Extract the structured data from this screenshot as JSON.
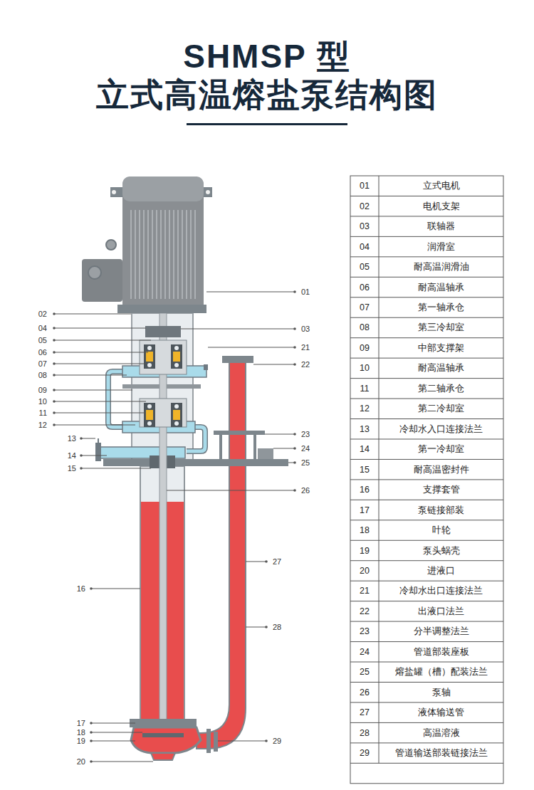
{
  "diagram": {
    "title": "SHMSP 型 立式高温熔盐泵结构图",
    "labels": [
      "01",
      "02",
      "04",
      "03",
      "05",
      "06",
      "21",
      "07",
      "22",
      "08",
      "09",
      "10",
      "11",
      "12",
      "13",
      "23",
      "14",
      "24",
      "15",
      "25",
      "26",
      "27",
      "16",
      "28",
      "17",
      "18",
      "19",
      "29",
      "20",
      "01",
      "立式电机",
      "02",
      "电机支架",
      "03",
      "联轴器",
      "04",
      "润滑室",
      "05",
      "耐高温润滑油",
      "06",
      "耐高温轴承",
      "07",
      "第一轴承仓",
      "08",
      "第三冷却室",
      "09",
      "中部支撑架",
      "10",
      "耐高温轴承",
      "11",
      "第二轴承仓",
      "12",
      "第二冷却室",
      "13",
      "冷却水入口连接法兰",
      "14",
      "第一冷却室",
      "15",
      "耐高温密封件",
      "16",
      "支撑套管",
      "17",
      "泵链接部装",
      "18",
      "叶轮",
      "19",
      "泵头蜗壳",
      "20",
      "进液口",
      "21",
      "冷却水出口连接法兰",
      "22",
      "出液口法兰",
      "23",
      "分半调整法兰",
      "24",
      "管道部装座板",
      "25",
      "熔盐罐（槽）配装法兰",
      "26",
      "泵轴",
      "27",
      "液体输送管",
      "28",
      "高温溶液",
      "29",
      "管道输送部装链接法兰"
    ]
  }
}
